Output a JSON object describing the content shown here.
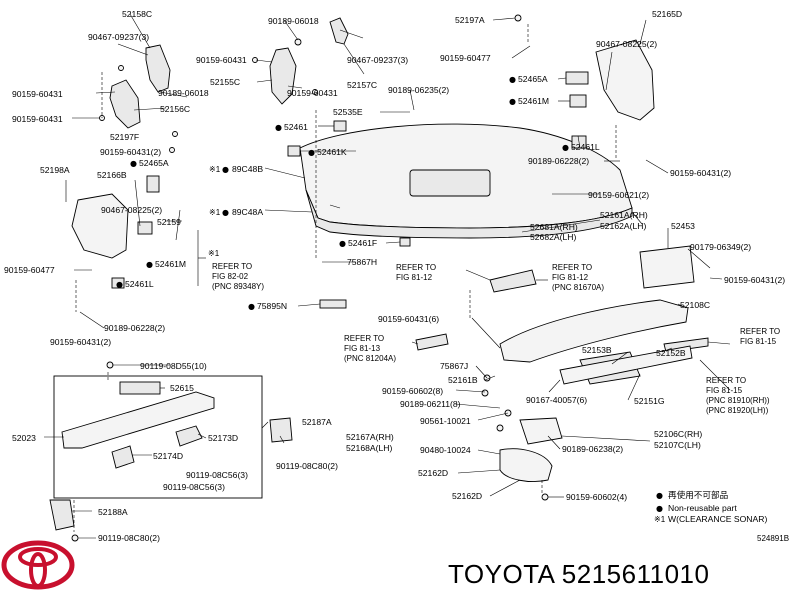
{
  "diagram_id": "524891B",
  "title": "TOYOTA 5215611010",
  "legend": [
    {
      "symbol": "●",
      "text": "再使用不可部品"
    },
    {
      "symbol": "●",
      "text": "Non-reusable part"
    },
    {
      "symbol": "※1",
      "text": "W(CLEARANCE SONAR)"
    }
  ],
  "labels": {
    "p52158C": "52158C",
    "p90467_09237_a": "90467-09237(3)",
    "p90189_06018_a": "90189-06018",
    "p90159_60431_a": "90159-60431",
    "p52155C": "52155C",
    "p90467_09237_b": "90467-09237(3)",
    "p52157C": "52157C",
    "p90159_60431_b": "90159-60431",
    "p90159_60431_c": "90159-60431",
    "p90189_06018_b": "90189-06018",
    "p90159_60431_d": "90159-60431",
    "p52156C": "52156C",
    "p52197F": "52197F",
    "p90159_60431_2": "90159-60431(2)",
    "p52465A_l": "52465A",
    "p52198A": "52198A",
    "p52166B": "52166B",
    "p90467_08225_a": "90467-08225(2)",
    "p52159": "52159",
    "p90159_60477_l": "90159-60477",
    "p52461M_l": "52461M",
    "p52461L": "52461L",
    "p90189_06228_l": "90189-06228(2)",
    "p90159_60431_2b": "90159-60431(2)",
    "p89C48B_mark": "※1",
    "p89C48B": "89C48B",
    "p89C48A_mark": "※1",
    "p89C48A": "89C48A",
    "p52535E": "52535E",
    "p90189_06235": "90189-06235(2)",
    "p52461": "52461",
    "p52461K": "52461K",
    "p52461F": "52461F",
    "p75867H": "75867H",
    "p75895N": "75895N",
    "ref_fig_8202_mark": "※1",
    "ref_fig_8202_1": "REFER TO",
    "ref_fig_8202_2": "FIG 82-02",
    "ref_fig_8202_3": "(PNC 89348Y)",
    "p52197A": "52197A",
    "p90159_60477_r": "90159-60477",
    "p52465A_r": "52465A",
    "p52461M_r": "52461M",
    "p52165D": "52165D",
    "p90467_08225_b": "90467-08225(2)",
    "p52461L_r": "52461L",
    "p90189_06228_r": "90189-06228(2)",
    "p90159_60431_2c": "90159-60431(2)",
    "p90159_60621": "90159-60621(2)",
    "p52681A": "52681A(RH)",
    "p52682A": "52682A(LH)",
    "p52161A": "52161A(RH)",
    "p52162A": "52162A(LH)",
    "p52453": "52453",
    "p90179_06349": "90179-06349(2)",
    "p90159_60431_2d": "90159-60431(2)",
    "ref_fig_8112a_1": "REFER TO",
    "ref_fig_8112a_2": "FIG 81-12",
    "ref_fig_8112b_1": "REFER TO",
    "ref_fig_8112b_2": "FIG 81-12",
    "ref_fig_8112b_3": "(PNC 81670A)",
    "p52108C": "52108C",
    "p90159_60431_6": "90159-60431(6)",
    "ref_fig_8113_1": "REFER TO",
    "ref_fig_8113_2": "FIG 81-13",
    "ref_fig_8113_3": "(PNC 81204A)",
    "ref_fig_8115a_1": "REFER TO",
    "ref_fig_8115a_2": "FIG 81-15",
    "p52153B": "52153B",
    "p52152B": "52152B",
    "p75867J": "75867J",
    "p52161B": "52161B",
    "p90159_60602_8": "90159-60602(8)",
    "p90189_06211": "90189-06211(8)",
    "p90167_40057": "90167-40057(6)",
    "p52151G": "52151G",
    "ref_fig_8115b_1": "REFER TO",
    "ref_fig_8115b_2": "FIG 81-15",
    "ref_fig_8115b_3": "(PNC 81910(RH))",
    "ref_fig_8115b_4": "(PNC 81920(LH))",
    "p90119_08D55": "90119-08D55(10)",
    "p52615": "52615",
    "p52023": "52023",
    "p52173D": "52173D",
    "p52174D": "52174D",
    "p52187A": "52187A",
    "p90119_08C56_a": "90119-08C56(3)",
    "p90119_08C56_b": "90119-08C56(3)",
    "p90119_08C80_a": "90119-08C80(2)",
    "p52188A": "52188A",
    "p90119_08C80_b": "90119-08C80(2)",
    "p90561_10021": "90561-10021",
    "p52167A": "52167A(RH)",
    "p52168A": "52168A(LH)",
    "p90480_10024": "90480-10024",
    "p52106C": "52106C(RH)",
    "p52107C": "52107C(LH)",
    "p90189_06238": "90189-06238(2)",
    "p52162D": "52162D",
    "p52162D_b": "52162D",
    "p90159_60602_4": "90159-60602(4)"
  }
}
